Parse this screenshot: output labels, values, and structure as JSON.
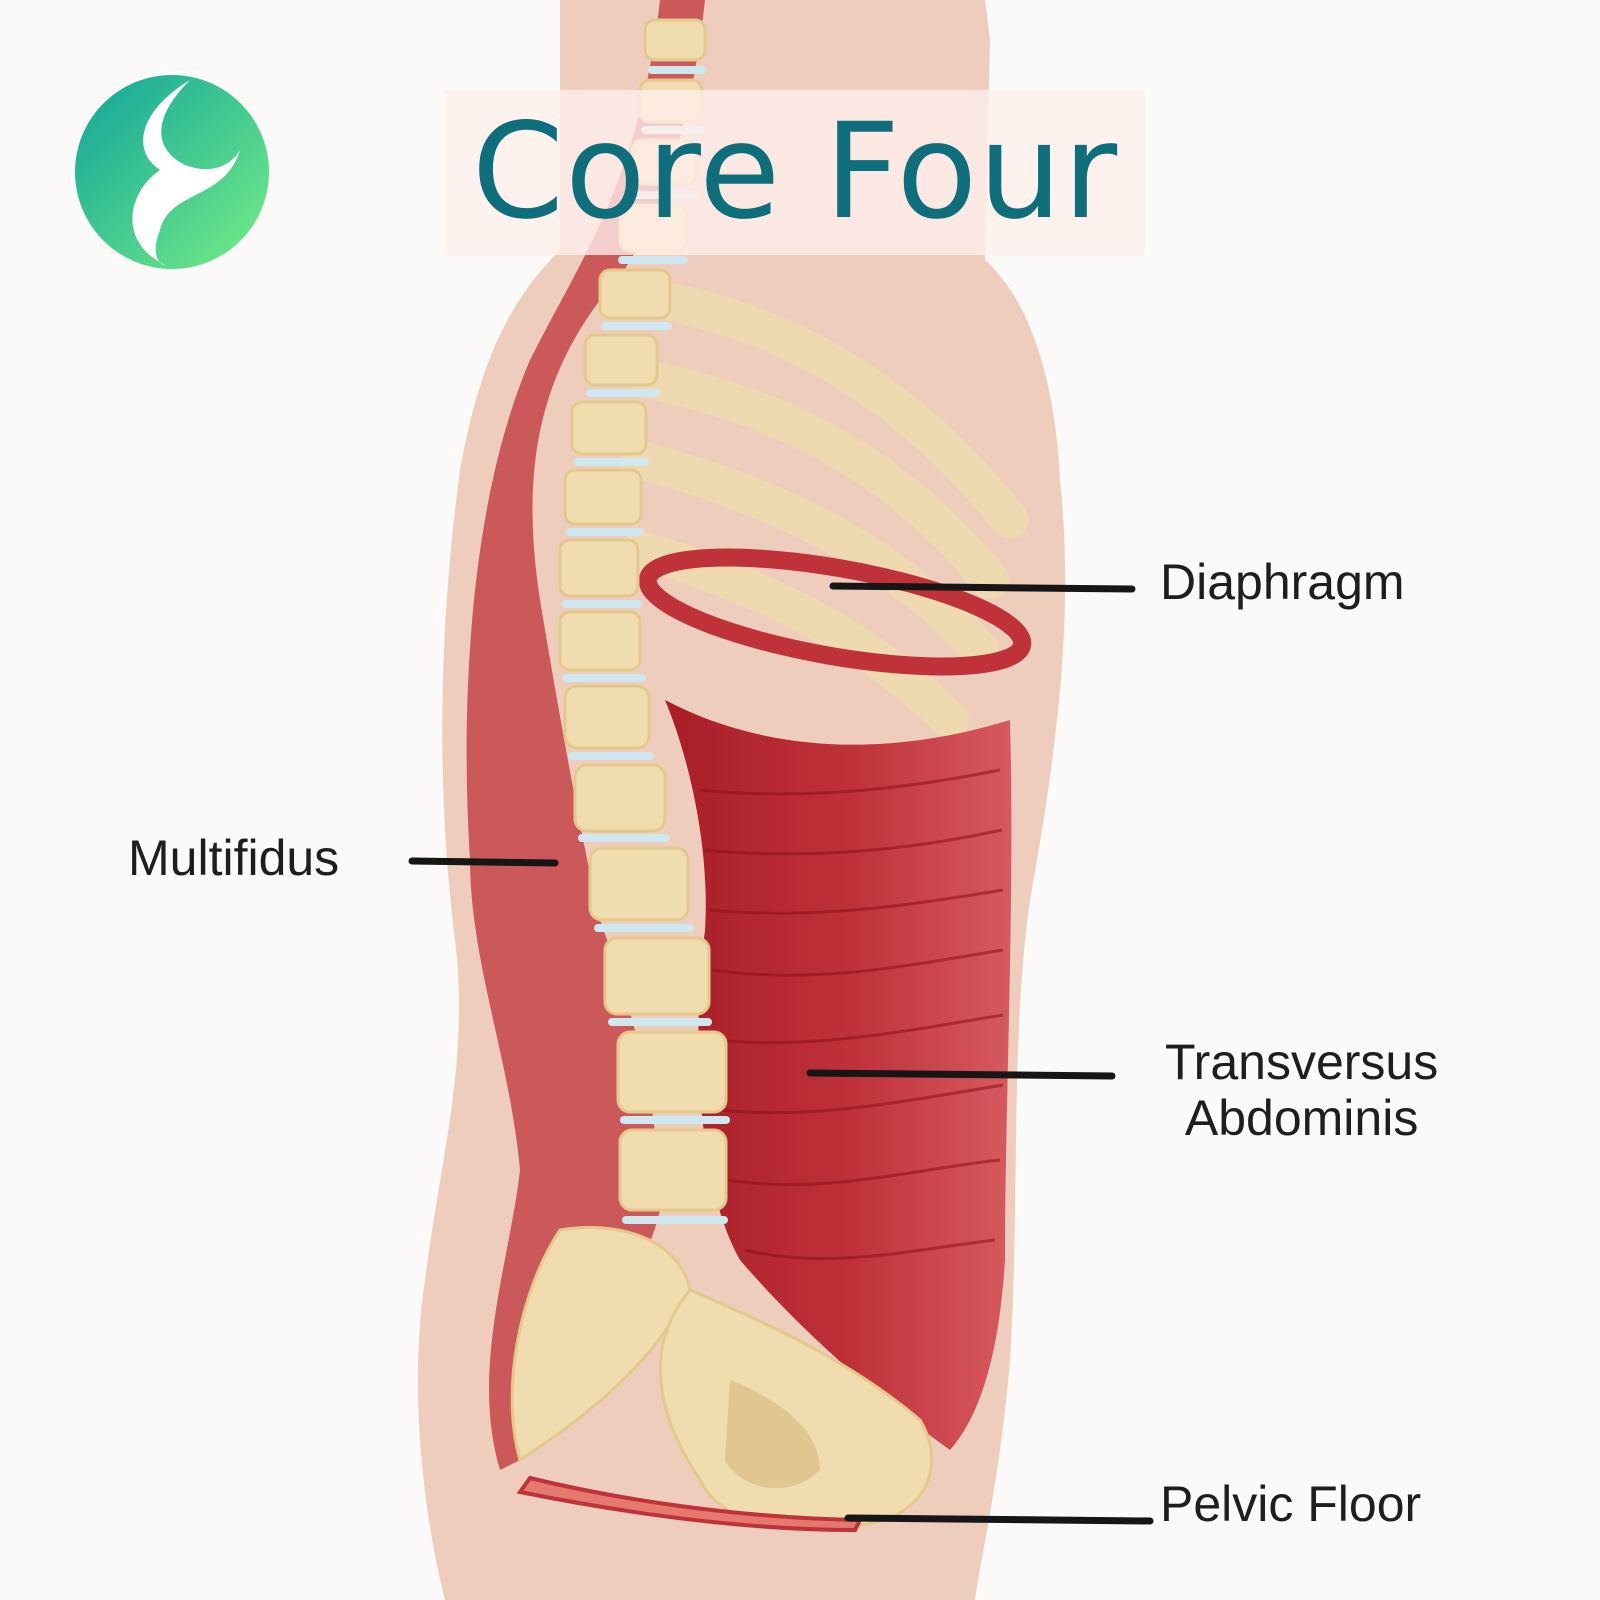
{
  "title": "Core Four",
  "labels": {
    "diaphragm": "Diaphragm",
    "multifidus": "Multifidus",
    "transversus_line1": "Transversus",
    "transversus_line2": "Abdominis",
    "pelvic_floor": "Pelvic Floor"
  },
  "colors": {
    "title": "#0f6e7c",
    "skin": "#efcdbd",
    "bone": "#f0dcae",
    "muscle": "#b7252e",
    "disc": "#cfe8f0",
    "logo_start": "#12a8a0",
    "logo_end": "#6ee98a"
  },
  "icons": {
    "logo": "brand-logo-icon"
  }
}
